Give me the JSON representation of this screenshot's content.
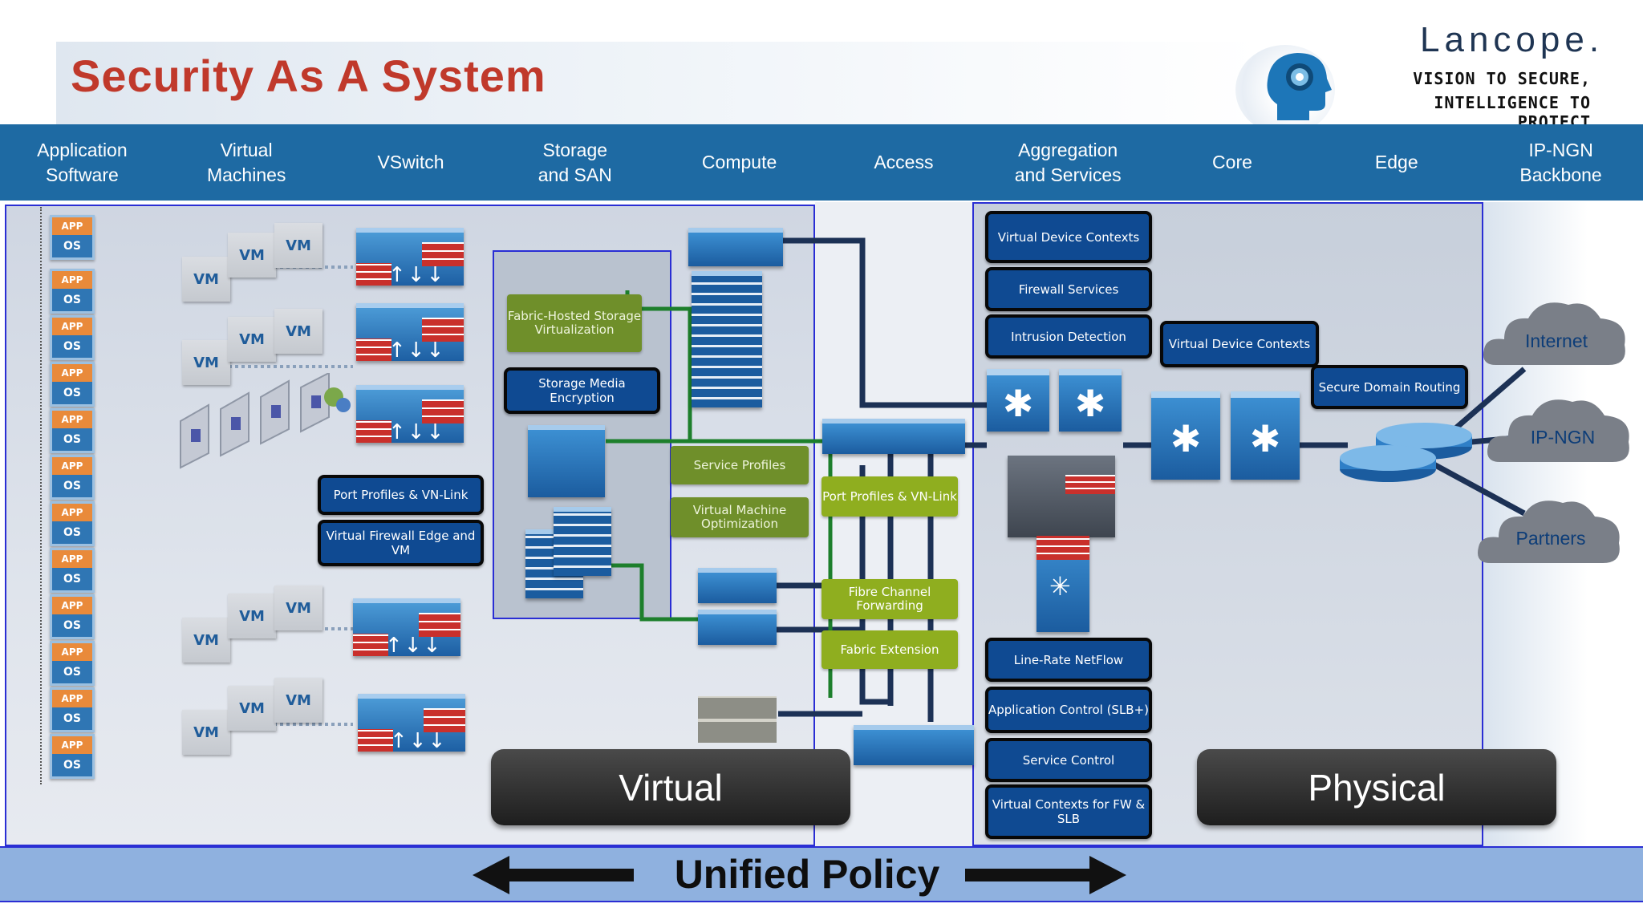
{
  "header": {
    "title": "Security As A System",
    "brand_name": "Lancope.",
    "tagline_1": "VISION TO SECURE,",
    "tagline_2": "INTELLIGENCE TO PROTECT"
  },
  "nav": [
    {
      "line1": "Application",
      "line2": "Software"
    },
    {
      "line1": "Virtual",
      "line2": "Machines"
    },
    {
      "line1": "VSwitch",
      "line2": ""
    },
    {
      "line1": "Storage",
      "line2": "and SAN"
    },
    {
      "line1": "Compute",
      "line2": ""
    },
    {
      "line1": "Access",
      "line2": ""
    },
    {
      "line1": "Aggregation",
      "line2": "and Services"
    },
    {
      "line1": "Core",
      "line2": ""
    },
    {
      "line1": "Edge",
      "line2": ""
    },
    {
      "line1": "IP-NGN",
      "line2": "Backbone"
    }
  ],
  "app_tiles": {
    "app": "APP",
    "os": "OS"
  },
  "vm_label": "VM",
  "storage": {
    "fabric_hosted": "Fabric-Hosted Storage Virtualization",
    "media_encryption": "Storage Media Encryption"
  },
  "vswitch_labels": {
    "port_profiles": "Port Profiles &   VN-Link",
    "virtual_firewall": "Virtual Firewall Edge and VM"
  },
  "compute_labels": {
    "service_profiles": "Service Profiles",
    "vm_optimization": "Virtual Machine Optimization"
  },
  "access_labels": {
    "port_profiles": "Port Profiles &   VN-Link",
    "fibre_channel": "Fibre Channel Forwarding",
    "fabric_extension": "Fabric Extension"
  },
  "aggregation_labels": {
    "vdc": "Virtual Device Contexts",
    "firewall": "Firewall Services",
    "intrusion": "Intrusion Detection",
    "netflow": "Line-Rate NetFlow",
    "app_control": "Application Control (SLB+)",
    "service_control": "Service Control",
    "vdc_fw": "Virtual Contexts for FW & SLB"
  },
  "core_labels": {
    "vdc": "Virtual Device Contexts"
  },
  "edge_labels": {
    "secure_domain": "Secure Domain Routing"
  },
  "clouds": {
    "internet": "Internet",
    "ipngn": "IP-NGN",
    "partners": "Partners"
  },
  "sections": {
    "virtual": "Virtual",
    "physical": "Physical"
  },
  "footer": {
    "policy": "Unified Policy"
  }
}
